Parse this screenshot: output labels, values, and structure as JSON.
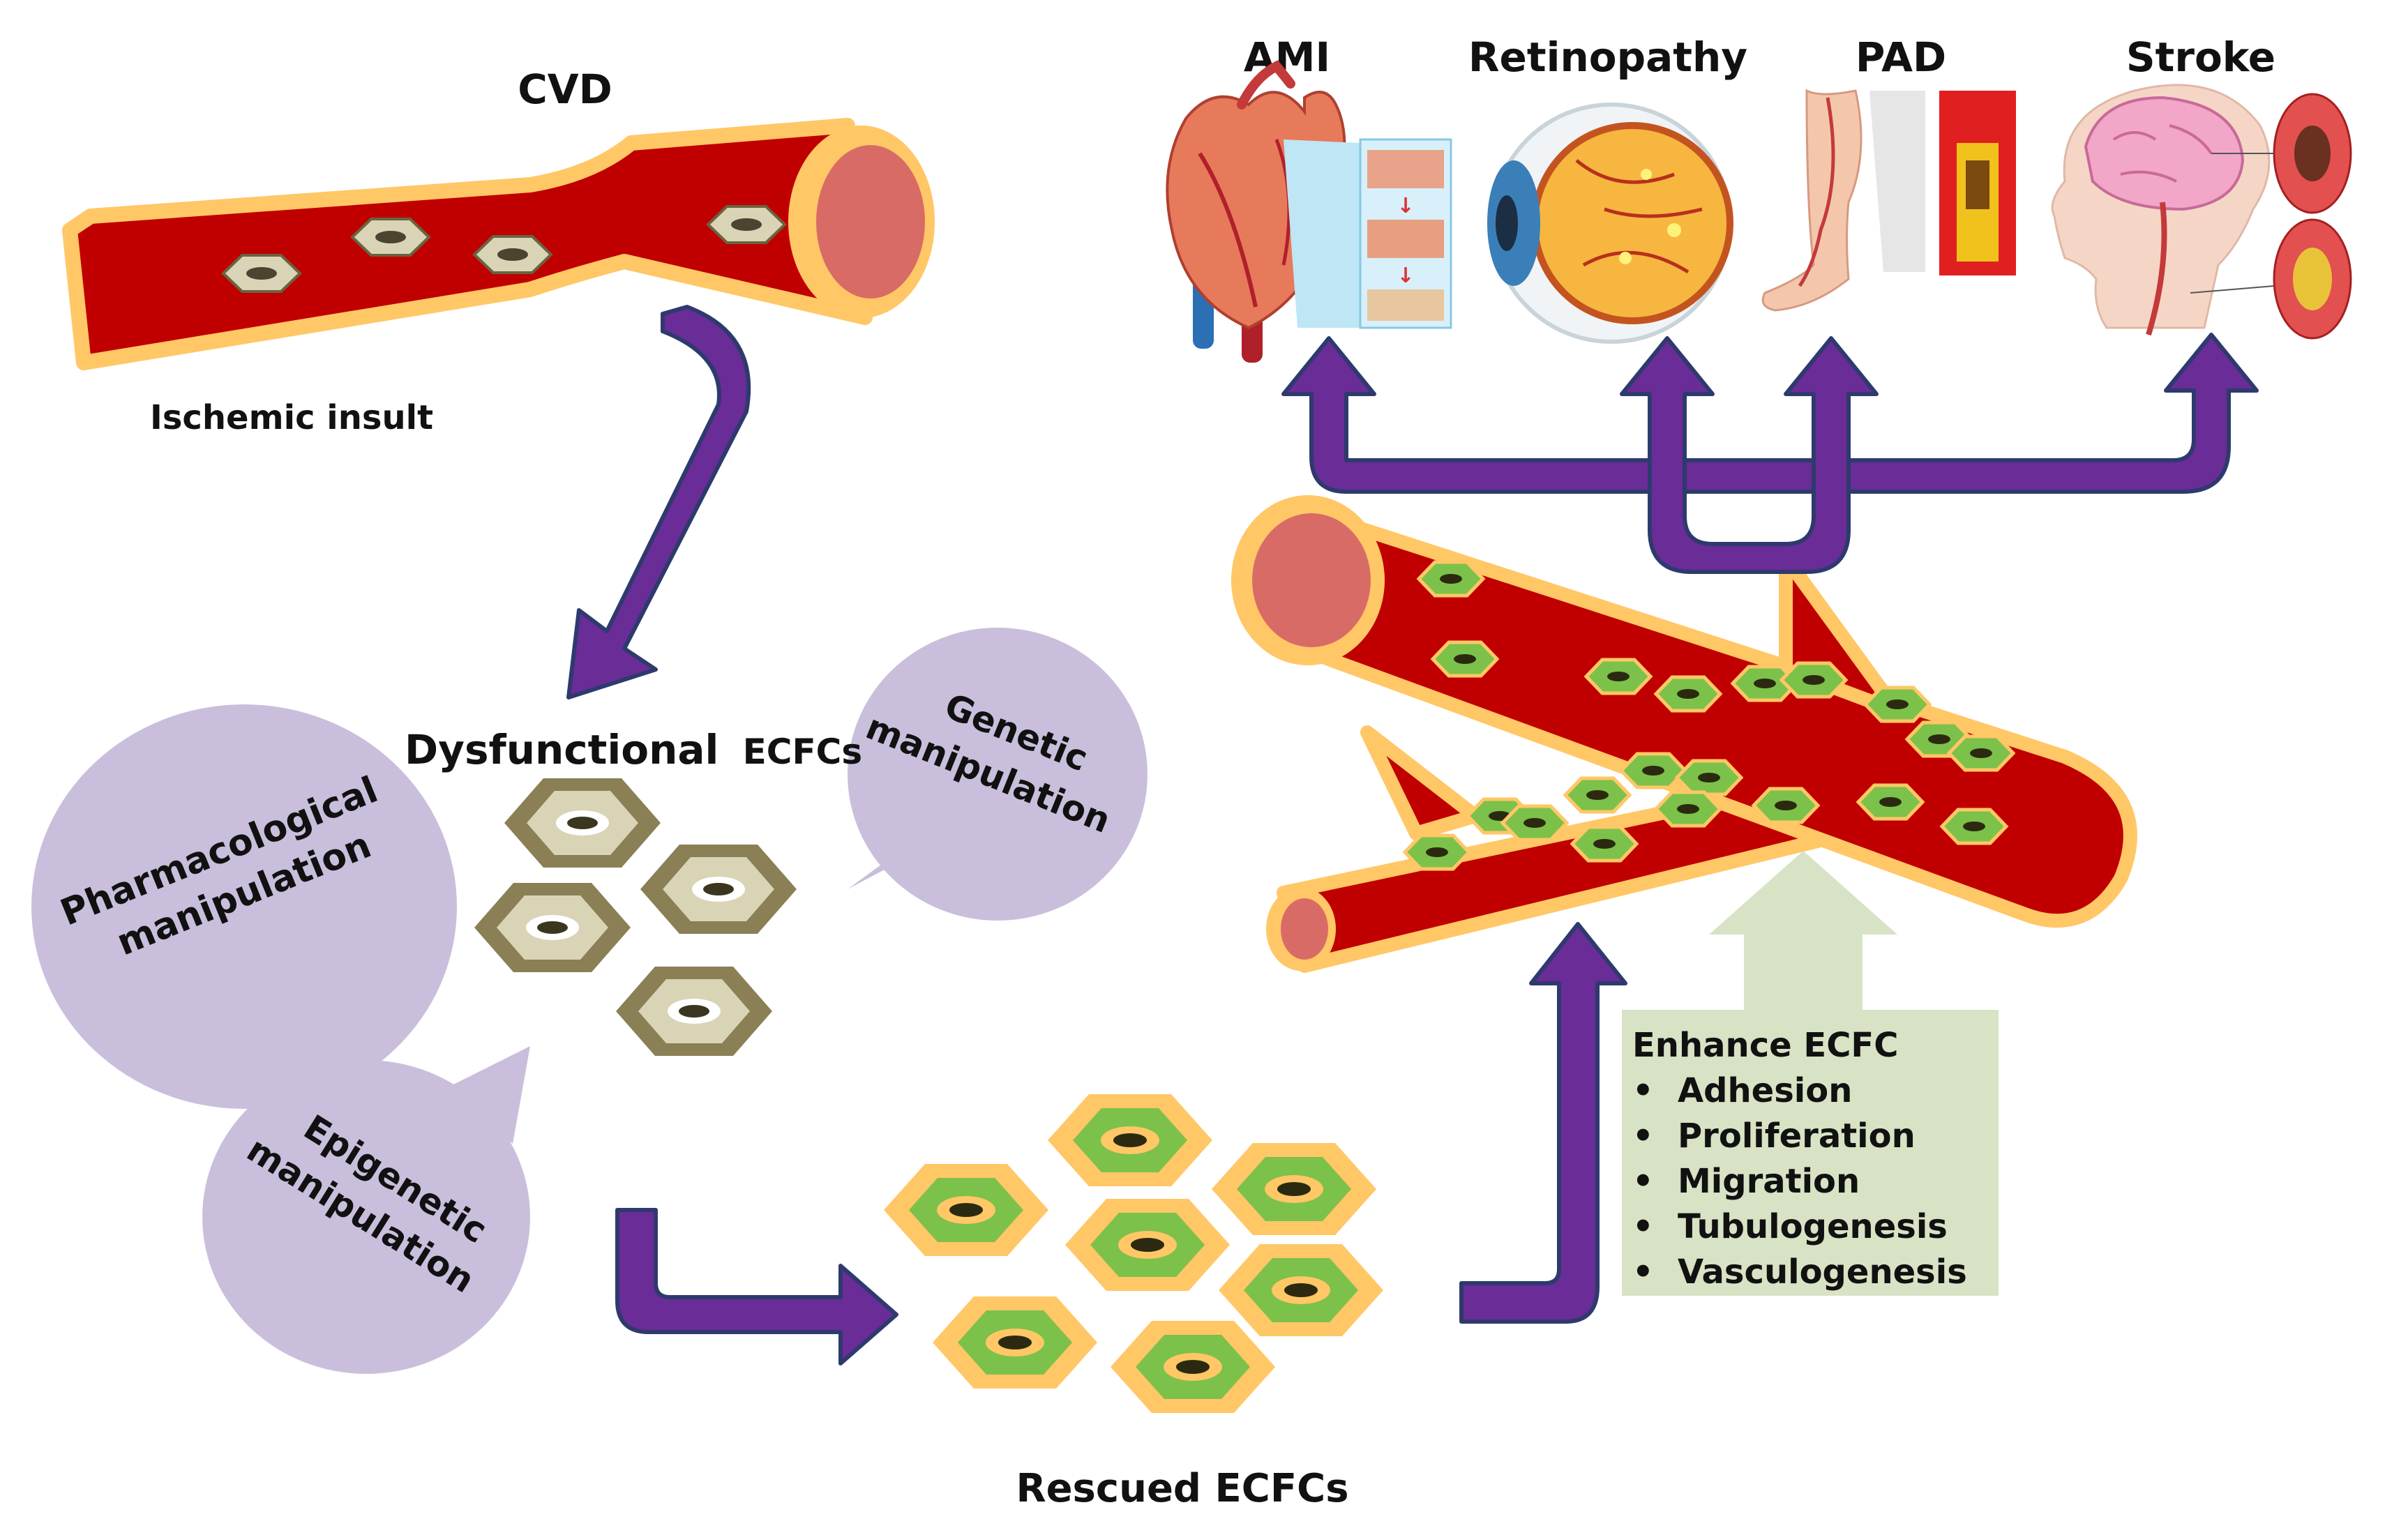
{
  "colors": {
    "vessel_red": "#c00000",
    "vessel_border": "#ffc766",
    "lumen": "#d96b66",
    "arrow_purple": "#6a2c96",
    "arrow_edge": "#2e3a6e",
    "bubble": "#c9bfdc",
    "dysfunctional_outer": "#8a7f55",
    "dysfunctional_inner": "#d9d4b6",
    "rescued_outer": "#ffc766",
    "rescued_inner": "#7cc14a",
    "enhance_box": "#d7e3c4",
    "text": "#111111"
  },
  "labels": {
    "cvd": "CVD",
    "ischemic_insult": "Ischemic insult",
    "dysfunctional_word": "Dysfunctional",
    "dysfunctional_ecfcs": "ECFCs",
    "rescued_ecfcs": "Rescued ECFCs"
  },
  "bubbles": {
    "pharmacological": [
      "Pharmacological",
      "manipulation"
    ],
    "genetic": [
      "Genetic",
      "manipulation"
    ],
    "epigenetic": [
      "Epigenetic",
      "manipulation"
    ]
  },
  "conditions": [
    {
      "label": "AMI",
      "icon": "heart-icon"
    },
    {
      "label": "Retinopathy",
      "icon": "eye-icon"
    },
    {
      "label": "PAD",
      "icon": "leg-artery-icon"
    },
    {
      "label": "Stroke",
      "icon": "brain-icon"
    }
  ],
  "enhance": {
    "title": "Enhance ECFC",
    "items": [
      "Adhesion",
      "Proliferation",
      "Migration",
      "Tubulogenesis",
      "Vasculogenesis"
    ]
  }
}
